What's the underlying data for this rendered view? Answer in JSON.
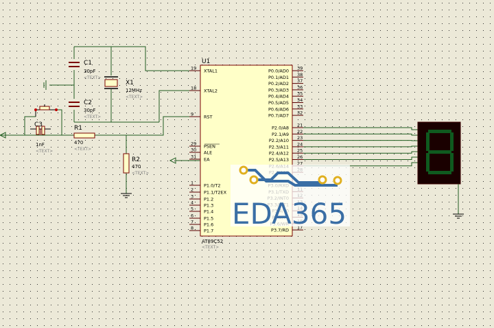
{
  "components": {
    "c1": {
      "ref": "C1",
      "value": "30pF",
      "text": "<TEXT>"
    },
    "c2": {
      "ref": "C2",
      "value": "30pF",
      "text": "<TEXT>"
    },
    "c3": {
      "ref": "C3",
      "value": "1nF",
      "text": "<TEXT>"
    },
    "x1": {
      "ref": "X1",
      "value": "12MHz",
      "text": "<TEXT>"
    },
    "r1": {
      "ref": "R1",
      "value": "470",
      "text": "<TEXT>"
    },
    "r2": {
      "ref": "R2",
      "value": "470",
      "text": "<TEXT>"
    },
    "u1": {
      "ref": "U1",
      "part": "AT89C52",
      "text": "<TEXT>"
    }
  },
  "u1_left_pins": [
    {
      "num": "19",
      "name": "XTAL1"
    },
    {
      "num": "18",
      "name": "XTAL2"
    },
    {
      "num": "9",
      "name": "RST"
    },
    {
      "num": "29",
      "name": "PSEN"
    },
    {
      "num": "30",
      "name": "ALE"
    },
    {
      "num": "31",
      "name": "EA"
    },
    {
      "num": "1",
      "name": "P1.0/T2"
    },
    {
      "num": "2",
      "name": "P1.1/T2EX"
    },
    {
      "num": "3",
      "name": "P1.2"
    },
    {
      "num": "4",
      "name": "P1.3"
    },
    {
      "num": "5",
      "name": "P1.4"
    },
    {
      "num": "6",
      "name": "P1.5"
    },
    {
      "num": "7",
      "name": "P1.6"
    },
    {
      "num": "8",
      "name": "P1.7"
    }
  ],
  "u1_right_pins": [
    {
      "num": "39",
      "name": "P0.0/AD0"
    },
    {
      "num": "38",
      "name": "P0.1/AD1"
    },
    {
      "num": "37",
      "name": "P0.2/AD2"
    },
    {
      "num": "36",
      "name": "P0.3/AD3"
    },
    {
      "num": "35",
      "name": "P0.4/AD4"
    },
    {
      "num": "34",
      "name": "P0.5/AD5"
    },
    {
      "num": "33",
      "name": "P0.6/AD6"
    },
    {
      "num": "32",
      "name": "P0.7/AD7"
    },
    {
      "num": "21",
      "name": "P2.0/A8"
    },
    {
      "num": "22",
      "name": "P2.1/A9"
    },
    {
      "num": "23",
      "name": "P2.2/A10"
    },
    {
      "num": "24",
      "name": "P2.3/A11"
    },
    {
      "num": "25",
      "name": "P2.4/A12"
    },
    {
      "num": "26",
      "name": "P2.5/A13"
    },
    {
      "num": "27",
      "name": "P2.6/A14"
    },
    {
      "num": "28",
      "name": "P2.7/A15"
    },
    {
      "num": "10",
      "name": "P3.0/RXD"
    },
    {
      "num": "11",
      "name": "P3.1/TXD"
    },
    {
      "num": "12",
      "name": "P3.2/INT0"
    },
    {
      "num": "13",
      "name": "P3.3/INT1"
    },
    {
      "num": "14",
      "name": "P3.4/T0"
    },
    {
      "num": "15",
      "name": "P3.5/T1"
    },
    {
      "num": "16",
      "name": "P3.6/WR"
    },
    {
      "num": "17",
      "name": "P3.7/RD"
    }
  ],
  "display": {
    "digit": "8"
  },
  "watermark": {
    "text": "EDA365"
  },
  "colors": {
    "background": "#ece9d8",
    "grid_dot": "#2a2a2a",
    "wire": "#1f5c1f",
    "component_body": "#ffffc8",
    "component_outline": "#7a0000",
    "display_bg": "#1a0000",
    "display_segment": "#0f5a1f",
    "watermark_blue": "#3a6ea5",
    "watermark_pad": "#e0b020"
  }
}
